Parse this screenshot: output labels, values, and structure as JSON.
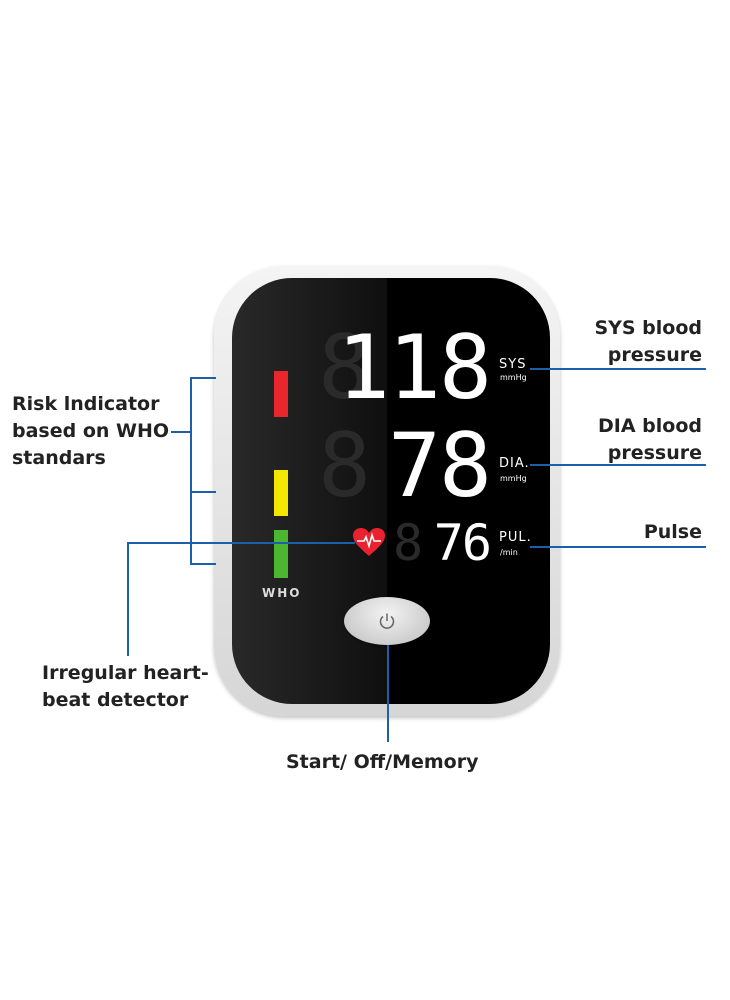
{
  "callouts": {
    "risk": [
      "Risk lndicator",
      "based on WHO",
      "standars"
    ],
    "irregular": [
      "Irregular heart-",
      "beat detector"
    ],
    "sys": [
      "SYS blood",
      "pressure"
    ],
    "dia": [
      "DIA blood",
      "pressure"
    ],
    "pulse": "Pulse",
    "button": "Start/ Off/Memory"
  },
  "display": {
    "sys_value": "118",
    "dia_value": "78",
    "pulse_value": "76",
    "sys_label": "SYS",
    "sys_unit": "mmHg",
    "dia_label": "DIA.",
    "dia_unit": "mmHg",
    "pul_label": "PUL.",
    "pul_unit": "/min",
    "who_label": "WHO"
  },
  "colors": {
    "risk_high": "#e8262c",
    "risk_mid": "#f3e600",
    "risk_low": "#4cb630",
    "heart": "#e8232f",
    "lines": "#1d5fa8"
  },
  "icons": [
    "heart-pulse-icon",
    "power-icon"
  ]
}
